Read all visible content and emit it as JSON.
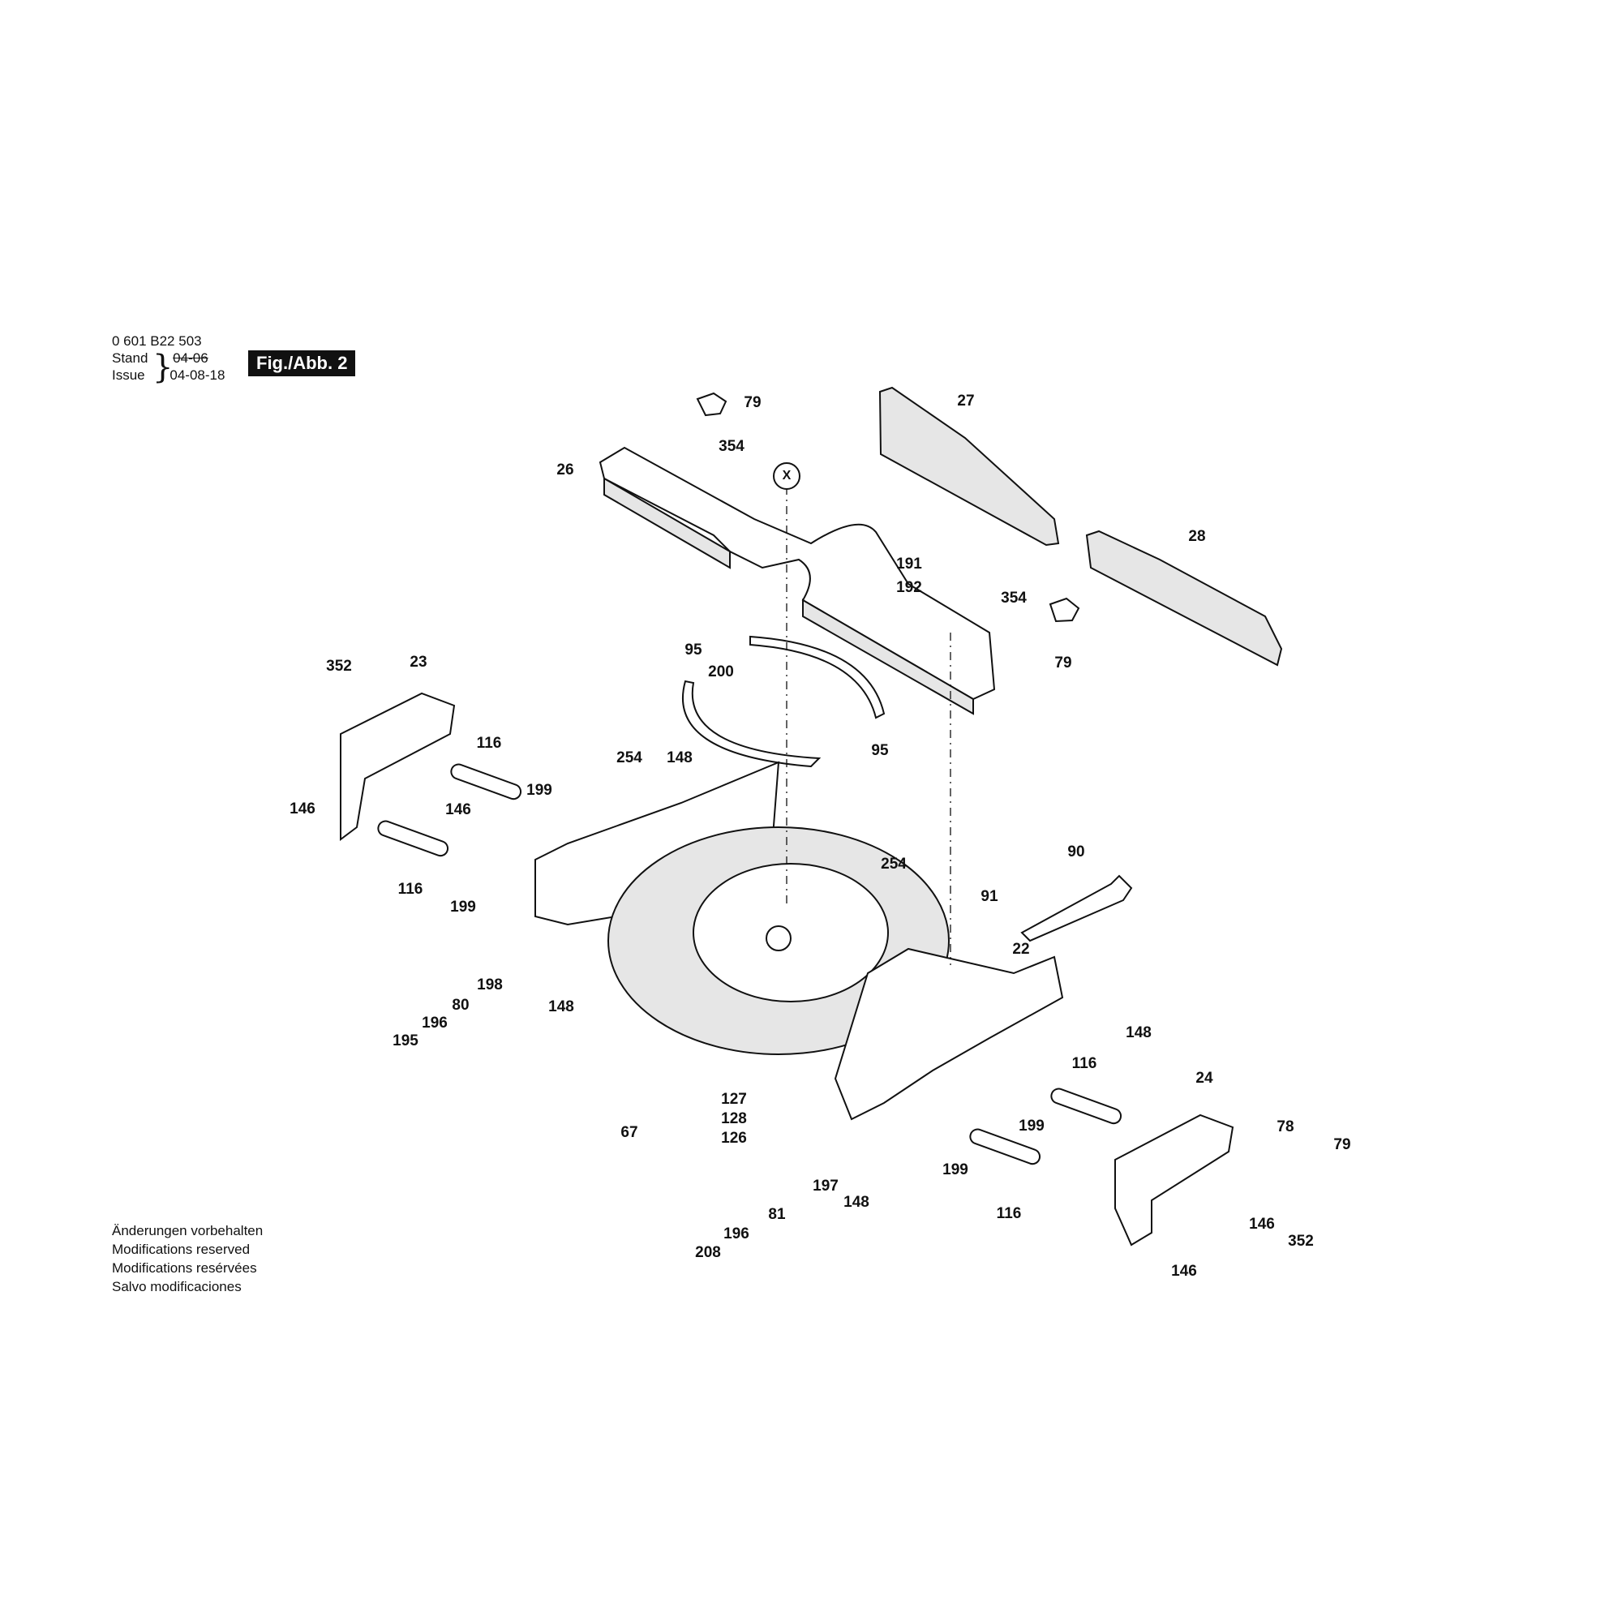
{
  "header": {
    "part_number": "0 601 B22 503",
    "stand_label": "Stand",
    "issue_label": "Issue",
    "old_date": "04-06",
    "issue_date": "04-08-18",
    "figure_label": "Fig./Abb. 2"
  },
  "notes": [
    "Änderungen vorbehalten",
    "Modifications reserved",
    "Modifications resérvées",
    "Salvo modificaciones"
  ],
  "callouts": {
    "c79a": "79",
    "c354a": "354",
    "c26": "26",
    "cX": "X",
    "c27": "27",
    "c28": "28",
    "c191": "191",
    "c192": "192",
    "c354b": "354",
    "c79b": "79",
    "c352a": "352",
    "c23": "23",
    "c95a": "95",
    "c200": "200",
    "c95b": "95",
    "c116a": "116",
    "c199a": "199",
    "c146a": "146",
    "c146b": "146",
    "c254a": "254",
    "c148a": "148",
    "c116b": "116",
    "c199b": "199",
    "c254b": "254",
    "c90": "90",
    "c91": "91",
    "c22": "22",
    "c198": "198",
    "c80": "80",
    "c196a": "196",
    "c195": "195",
    "c148b": "148",
    "c148c": "148",
    "c116c": "116",
    "c24": "24",
    "c127": "127",
    "c128": "128",
    "c126": "126",
    "c67": "67",
    "c199c": "199",
    "c199d": "199",
    "c78": "78",
    "c79c": "79",
    "c197": "197",
    "c148d": "148",
    "c116d": "116",
    "c146c": "146",
    "c352b": "352",
    "c81": "81",
    "c196b": "196",
    "c208": "208",
    "c146d": "146"
  }
}
